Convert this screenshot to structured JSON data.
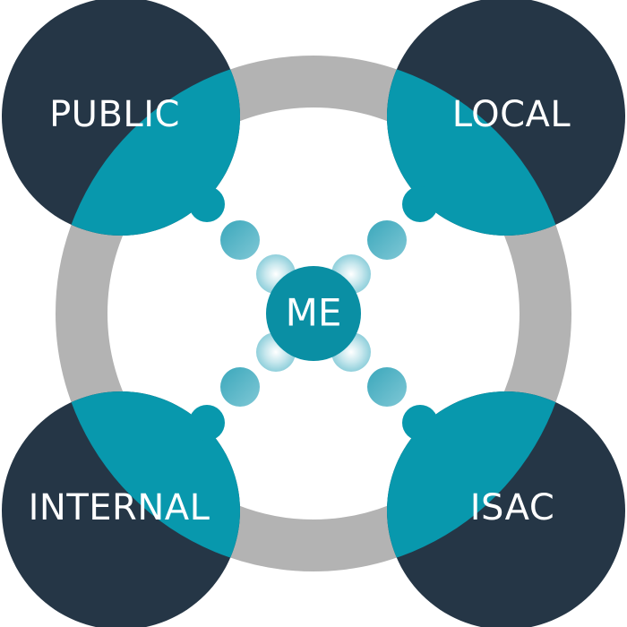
{
  "diagram": {
    "center_label": "ME",
    "nodes": [
      {
        "id": "public",
        "label": "PUBLIC",
        "position": "top-left"
      },
      {
        "id": "local",
        "label": "LOCAL",
        "position": "top-right"
      },
      {
        "id": "internal",
        "label": "INTERNAL",
        "position": "bottom-left"
      },
      {
        "id": "isac",
        "label": "ISAC",
        "position": "bottom-right"
      }
    ]
  },
  "colors": {
    "node_dark": "#253646",
    "accent_teal": "#0898AD",
    "ring_gray": "#B3B3B3",
    "center_fill": "#0A8FA4",
    "connector_teal": "#3AA7BB",
    "connector_light": "#9AD3DE",
    "label_text": "#FFFFFF"
  }
}
